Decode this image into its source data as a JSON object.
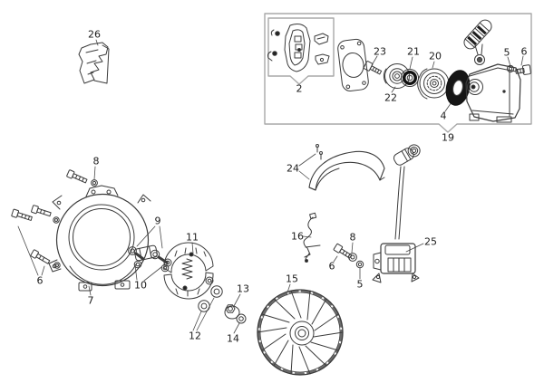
{
  "figure": {
    "kind": "exploded-parts-diagram",
    "background_color": "#ffffff",
    "line_color": "#3b3b3b",
    "box_outline_color": "#a8a8a8",
    "label_text_color": "#1b1b1b",
    "dark_fill_color": "#161616"
  },
  "callouts": [
    "26",
    "2",
    "23",
    "22",
    "21",
    "20",
    "4",
    "5",
    "6",
    "19",
    "8",
    "6",
    "7",
    "9",
    "10",
    "11",
    "12",
    "13",
    "14",
    "15",
    "16",
    "24",
    "6",
    "8",
    "5",
    "25"
  ]
}
